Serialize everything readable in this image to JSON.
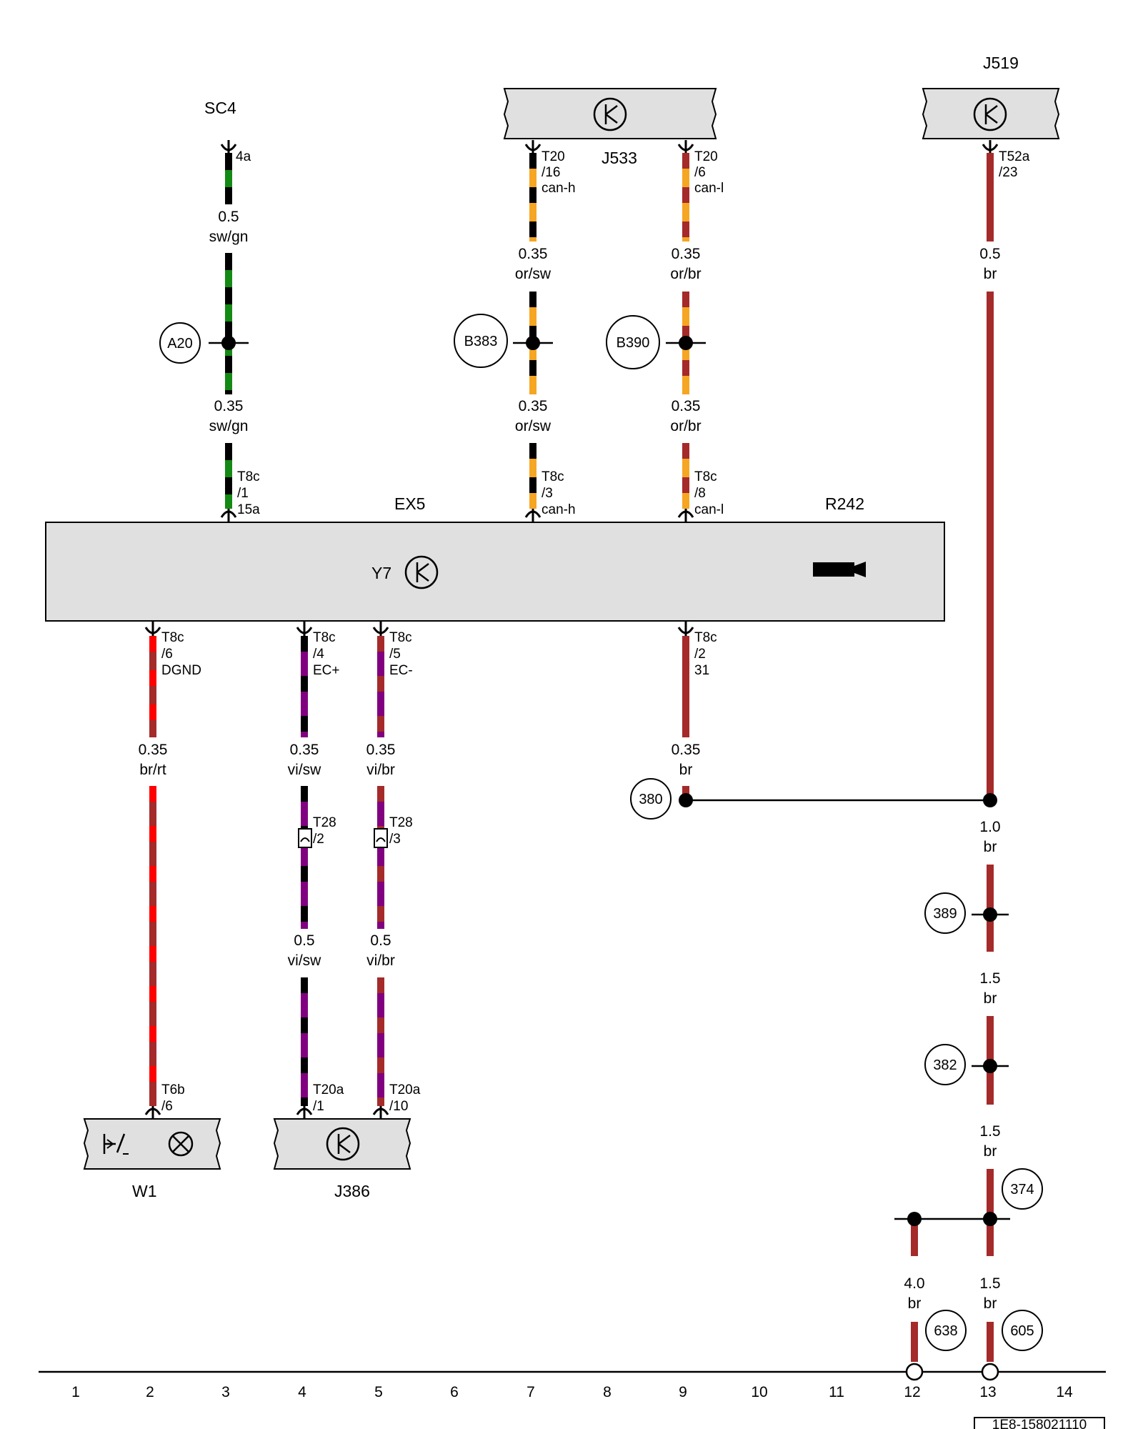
{
  "colors": {
    "sw": "#000000",
    "gn": "#138a13",
    "or": "#f5a623",
    "br": "#a52a2a",
    "rt": "#ff0000",
    "vi": "#800080",
    "box_fill": "#e0e0e0"
  },
  "components": {
    "sc4": "SC4",
    "j533": "J533",
    "j519": "J519",
    "ex5": "EX5",
    "r242": "R242",
    "y7": "Y7",
    "w1": "W1",
    "j386": "J386"
  },
  "pins": {
    "sc4_pin": "4a",
    "j533_t16": [
      "T20",
      "/16",
      "can-h"
    ],
    "j533_t6": [
      "T20",
      "/6",
      "can-l"
    ],
    "j519_t23": [
      "T52a",
      "/23"
    ],
    "ex5_t1": [
      "T8c",
      "/1",
      "15a"
    ],
    "ex5_t3": [
      "T8c",
      "/3",
      "can-h"
    ],
    "ex5_t8": [
      "T8c",
      "/8",
      "can-l"
    ],
    "ex5_t6": [
      "T8c",
      "/6",
      "DGND"
    ],
    "ex5_t4": [
      "T8c",
      "/4",
      "EC+"
    ],
    "ex5_t5": [
      "T8c",
      "/5",
      "EC-"
    ],
    "ex5_t2": [
      "T8c",
      "/2",
      "31"
    ],
    "t28_2": [
      "T28",
      "/2"
    ],
    "t28_3": [
      "T28",
      "/3"
    ],
    "w1_t6b": [
      "T6b",
      "/6"
    ],
    "j386_t1": [
      "T20a",
      "/1"
    ],
    "j386_t10": [
      "T20a",
      "/10"
    ]
  },
  "wires": {
    "c3a": [
      "0.5",
      "sw/gn"
    ],
    "c3b": [
      "0.35",
      "sw/gn"
    ],
    "c7a": [
      "0.35",
      "or/sw"
    ],
    "c7b": [
      "0.35",
      "or/sw"
    ],
    "c9a": [
      "0.35",
      "or/br"
    ],
    "c9b": [
      "0.35",
      "or/br"
    ],
    "c13a": [
      "0.5",
      "br"
    ],
    "c2": [
      "0.35",
      "br/rt"
    ],
    "c4a": [
      "0.35",
      "vi/sw"
    ],
    "c5a": [
      "0.35",
      "vi/br"
    ],
    "c9c": [
      "0.35",
      "br"
    ],
    "c4b": [
      "0.5",
      "vi/sw"
    ],
    "c5b": [
      "0.5",
      "vi/br"
    ],
    "c13b": [
      "1.0",
      "br"
    ],
    "c13c": [
      "1.5",
      "br"
    ],
    "c13d": [
      "1.5",
      "br"
    ],
    "c12": [
      "4.0",
      "br"
    ],
    "c13e": [
      "1.5",
      "br"
    ]
  },
  "connectors": {
    "a20": "A20",
    "b383": "B383",
    "b390": "B390",
    "n380": "380",
    "n389": "389",
    "n382": "382",
    "n374": "374",
    "n638": "638",
    "n605": "605"
  },
  "grid_numbers": [
    "1",
    "2",
    "3",
    "4",
    "5",
    "6",
    "7",
    "8",
    "9",
    "10",
    "11",
    "12",
    "13",
    "14"
  ],
  "doc_id": "1E8-158021110"
}
